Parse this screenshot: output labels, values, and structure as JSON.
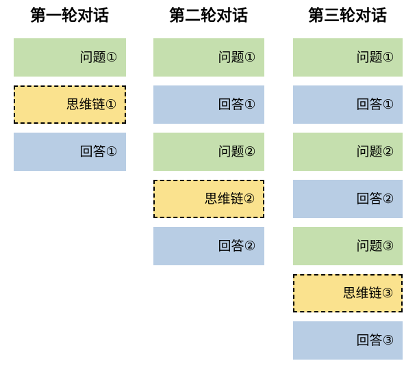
{
  "diagram": {
    "title_text_present": false,
    "colors": {
      "question_bg": "#c5dfae",
      "answer_bg": "#b8cde4",
      "cot_bg": "#fae28e",
      "cot_border": "#000000",
      "text": "#000000",
      "page_bg": "#ffffff"
    },
    "columns": [
      {
        "id": "round-1",
        "title": "第一轮对话",
        "messages": [
          {
            "kind": "question",
            "label": "问题①"
          },
          {
            "kind": "cot",
            "label": "思维链①"
          },
          {
            "kind": "answer",
            "label": "回答①"
          }
        ]
      },
      {
        "id": "round-2",
        "title": "第二轮对话",
        "messages": [
          {
            "kind": "question",
            "label": "问题①"
          },
          {
            "kind": "answer",
            "label": "回答①"
          },
          {
            "kind": "question",
            "label": "问题②"
          },
          {
            "kind": "cot",
            "label": "思维链②"
          },
          {
            "kind": "answer",
            "label": "回答②"
          }
        ]
      },
      {
        "id": "round-3",
        "title": "第三轮对话",
        "messages": [
          {
            "kind": "question",
            "label": "问题①"
          },
          {
            "kind": "answer",
            "label": "回答①"
          },
          {
            "kind": "question",
            "label": "问题②"
          },
          {
            "kind": "answer",
            "label": "回答②"
          },
          {
            "kind": "question",
            "label": "问题③"
          },
          {
            "kind": "cot",
            "label": "思维链③"
          },
          {
            "kind": "answer",
            "label": "回答③"
          }
        ]
      }
    ]
  }
}
